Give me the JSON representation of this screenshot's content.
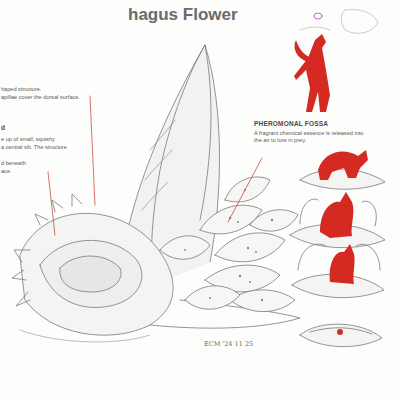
{
  "diagram": {
    "title": "hagus Flower",
    "labels": [
      "PHEROMONAL FOSSA",
      "A fragrant chemical essence is released into the air to lure in prey.",
      "haped structure.",
      "apillae cover the dorsal surface.",
      "d",
      "e up of small, squishy",
      "a central slit. The structure",
      "d beneath",
      "ace.",
      "ECM '24 11 25"
    ]
  }
}
